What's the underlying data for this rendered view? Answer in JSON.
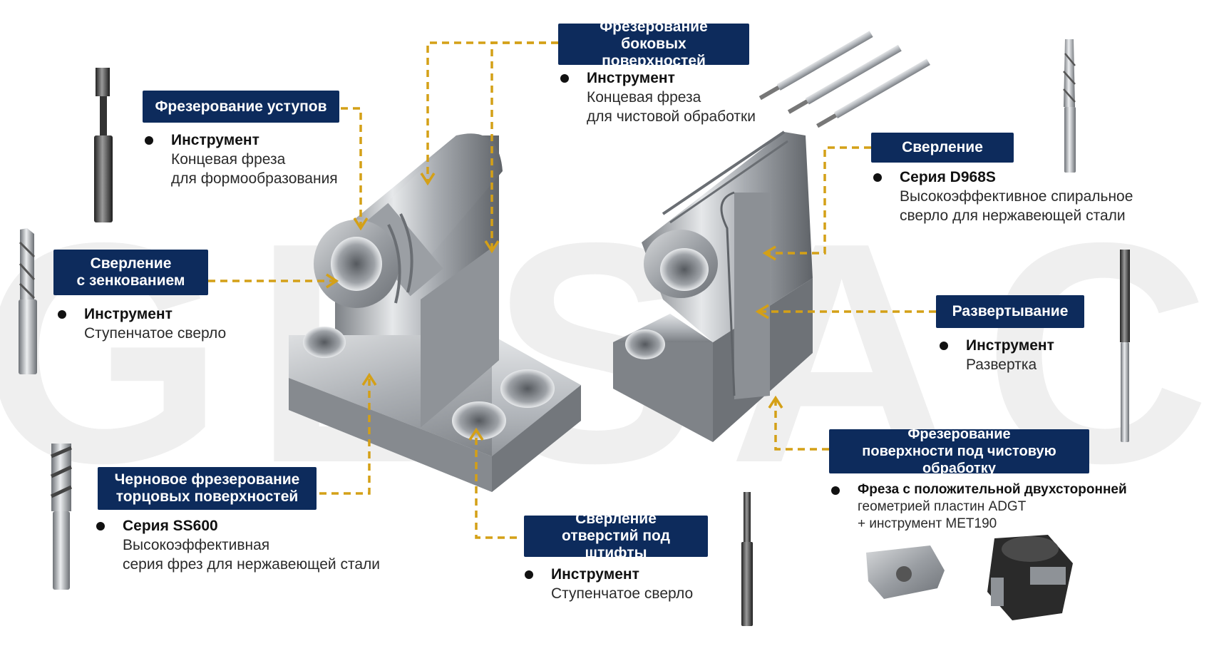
{
  "watermark": "GESAC",
  "callouts": {
    "shoulder_milling": {
      "title": "Фрезерование уступов",
      "head": "Инструмент",
      "lines": [
        "Концевая фреза",
        "для формообразования"
      ]
    },
    "side_milling": {
      "title": [
        "Фрезерование боковых",
        "поверхностей"
      ],
      "head": "Инструмент",
      "lines": [
        "Концевая фреза",
        "для чистовой обработки"
      ]
    },
    "drilling": {
      "title": "Сверление",
      "head": "Серия D968S",
      "lines": [
        "Высокоэффективное спиральное",
        "сверло для нержавеющей стали"
      ]
    },
    "countersink_drilling": {
      "title": [
        "Сверление",
        "с зенкованием"
      ],
      "head": "Инструмент",
      "lines": [
        "Ступенчатое сверло"
      ]
    },
    "reaming": {
      "title": "Развертывание",
      "head": "Инструмент",
      "lines": [
        "Развертка"
      ]
    },
    "finish_surface_milling": {
      "title": [
        "Фрезерование",
        "поверхности под чистовую обработку"
      ],
      "head": "Фреза с положительной двухсторонней",
      "lines": [
        "геометрией пластин ADGT",
        "+ инструмент MET190"
      ]
    },
    "face_rough_milling": {
      "title": [
        "Черновое фрезерование",
        "торцовых поверхностей"
      ],
      "head": "Серия SS600",
      "lines": [
        "Высокоэффективная",
        "серия фрез для нержавеющей стали"
      ]
    },
    "pin_hole_drilling": {
      "title": [
        "Сверление",
        "отверстий под штифты"
      ],
      "head": "Инструмент",
      "lines": [
        "Ступенчатое сверло"
      ]
    }
  },
  "colors": {
    "label_bg": "#0d2b5c",
    "leader": "#d4a017",
    "metal": "#b9bcc0",
    "watermark": "#efefef"
  },
  "icons": [
    "end-mill-icon",
    "drill-icon",
    "reamer-icon",
    "insert-icon",
    "milling-cutter-icon"
  ]
}
